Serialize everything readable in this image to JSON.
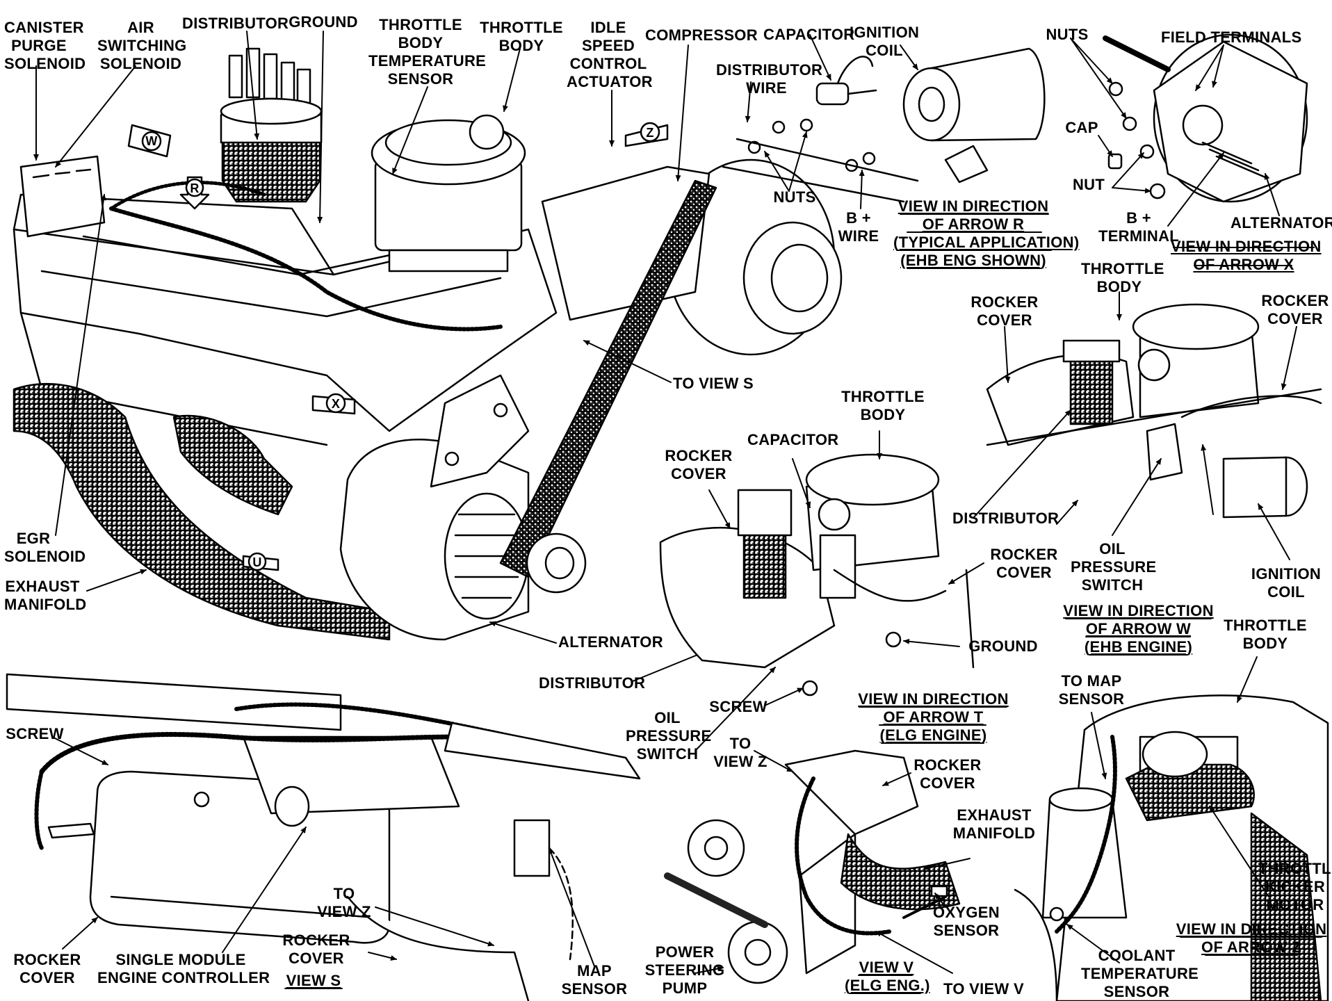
{
  "labels": {
    "canister_purge": [
      "CANISTER",
      "PURGE",
      "SOLENOID"
    ],
    "air_switching": [
      "AIR",
      "SWITCHING",
      "SOLENOID"
    ],
    "distributor_top": "DISTRIBUTOR",
    "ground_top": "GROUND",
    "tb_temp_sensor": [
      "THROTTLE",
      "BODY",
      "TEMPERATURE",
      "SENSOR"
    ],
    "throttle_body_main": [
      "THROTTLE",
      "BODY"
    ],
    "idle_speed": [
      "IDLE",
      "SPEED",
      "CONTROL",
      "ACTUATOR"
    ],
    "compressor": "COMPRESSOR",
    "capacitor_r": "CAPACITOR",
    "ignition_coil_r": [
      "IGNITION",
      "COIL"
    ],
    "distributor_wire": [
      "DISTRIBUTOR",
      "WIRE"
    ],
    "nuts_r": "NUTS",
    "b_wire": [
      "B +",
      "WIRE"
    ],
    "view_r": [
      "VIEW IN DIRECTION",
      "OF ARROW R",
      "(TYPICAL APPLICATION)",
      "(EHB ENG SHOWN)"
    ],
    "nuts_x": "NUTS",
    "field_terminals": "FIELD TERMINALS",
    "cap_x": "CAP",
    "nut_x": "NUT",
    "b_terminal": [
      "B +",
      "TERMINAL"
    ],
    "alternator_x": "ALTERNATOR",
    "view_x": [
      "VIEW IN DIRECTION",
      "OF ARROW X"
    ],
    "to_view_s_main": "TO VIEW S",
    "egr_solenoid": [
      "EGR",
      "SOLENOID"
    ],
    "exhaust_manifold_main": [
      "EXHAUST",
      "MANIFOLD"
    ],
    "alternator_main": "ALTERNATOR",
    "distributor_main": "DISTRIBUTOR",
    "rocker_cover_t1": [
      "ROCKER",
      "COVER"
    ],
    "capacitor_t": "CAPACITOR",
    "throttle_body_t": [
      "THROTTLE",
      "BODY"
    ],
    "rocker_cover_t2": [
      "ROCKER",
      "COVER"
    ],
    "ground_t": "GROUND",
    "screw_t": "SCREW",
    "oil_pressure_t": [
      "OIL",
      "PRESSURE",
      "SWITCH"
    ],
    "view_t": [
      "VIEW IN DIRECTION",
      "OF ARROW T",
      "(ELG ENGINE)"
    ],
    "throttle_body_w": [
      "THROTTLE",
      "BODY"
    ],
    "rocker_cover_w1": [
      "ROCKER",
      "COVER"
    ],
    "rocker_cover_w2": [
      "ROCKER",
      "COVER"
    ],
    "distributor_w": "DISTRIBUTOR",
    "oil_pressure_w": [
      "OIL",
      "PRESSURE",
      "SWITCH"
    ],
    "ignition_coil_w": [
      "IGNITION",
      "COIL"
    ],
    "view_w": [
      "VIEW IN DIRECTION",
      "OF ARROW W",
      "(EHB ENGINE)"
    ],
    "screw_s": "SCREW",
    "rocker_cover_s1": [
      "ROCKER",
      "COVER"
    ],
    "single_module": [
      "SINGLE MODULE",
      "ENGINE CONTROLLER"
    ],
    "to_view_z_s": [
      "TO",
      "VIEW Z"
    ],
    "rocker_cover_s2": [
      "ROCKER",
      "COVER"
    ],
    "view_s": "VIEW S",
    "map_sensor_s": [
      "MAP",
      "SENSOR"
    ],
    "to_view_z_v": [
      "TO",
      "VIEW Z"
    ],
    "rocker_cover_v": [
      "ROCKER",
      "COVER"
    ],
    "exhaust_manifold_v": [
      "EXHAUST",
      "MANIFOLD"
    ],
    "oxygen_sensor": [
      "OXYGEN",
      "SENSOR"
    ],
    "power_steering": [
      "POWER",
      "STEERING",
      "PUMP"
    ],
    "view_v": [
      "VIEW V",
      "(ELG ENG.)"
    ],
    "to_view_v": "TO VIEW V",
    "throttle_body_z": [
      "THROTTLE",
      "BODY"
    ],
    "to_map_sensor": [
      "TO MAP",
      "SENSOR"
    ],
    "throttle_kicker": [
      "THROTTLE",
      "KICKER",
      "MOTOR"
    ],
    "coolant_temp": [
      "COOLANT",
      "TEMPERATURE",
      "SENSOR"
    ],
    "view_z": [
      "VIEW IN DIRECTION",
      "OF ARROW Z"
    ],
    "arrow_w": "W",
    "arrow_r": "R",
    "arrow_z": "Z",
    "arrow_x": "X",
    "arrow_u": "U"
  }
}
